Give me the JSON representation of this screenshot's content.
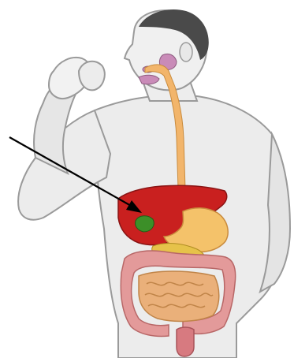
{
  "diagram": {
    "subject": "human-digestive-system",
    "organs": [
      {
        "id": "mouth-salivary-glands",
        "color": "#c98bb8"
      },
      {
        "id": "esophagus",
        "color": "#f2b56b"
      },
      {
        "id": "liver",
        "color": "#c9201f"
      },
      {
        "id": "gallbladder",
        "color": "#3c8f28"
      },
      {
        "id": "stomach",
        "color": "#f4c26a"
      },
      {
        "id": "pancreas",
        "color": "#e6c24a"
      },
      {
        "id": "large-intestine",
        "color": "#e39a9a"
      },
      {
        "id": "small-intestine",
        "color": "#eab07a"
      },
      {
        "id": "rectum",
        "color": "#d77a80"
      }
    ],
    "pointer": {
      "target": "liver",
      "color": "#000000"
    },
    "colors": {
      "body_outline": "#9a9a9a",
      "skin": "#e8e8e8",
      "hair": "#4a4a4a"
    }
  }
}
